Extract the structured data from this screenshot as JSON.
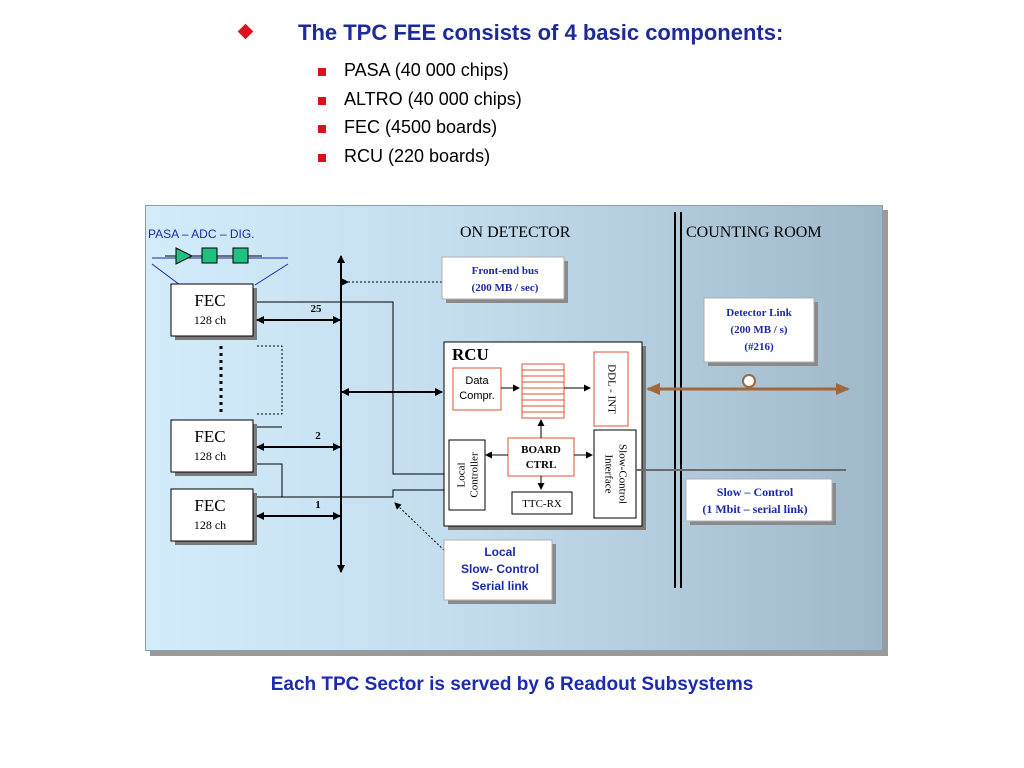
{
  "slide": {
    "title": "The TPC FEE consists of 4 basic components:",
    "components": [
      {
        "label": "PASA (40 000 chips)"
      },
      {
        "label": "ALTRO (40 000 chips)"
      },
      {
        "label": "FEC (4500 boards)"
      },
      {
        "label": "RCU  (220 boards)"
      }
    ],
    "footer": "Each TPC Sector is served by 6 Readout Subsystems"
  },
  "diagram": {
    "pasa_chain_label": "PASA – ADC – DIG.",
    "on_detector_label": "ON  DETECTOR",
    "counting_room_label": "COUNTING ROOM",
    "frontend_bus": {
      "line1": "Front-end bus",
      "line2": "(200 MB / sec)"
    },
    "fecs": [
      {
        "name": "FEC",
        "channels": "128 ch",
        "bus_number": "25"
      },
      {
        "name": "FEC",
        "channels": "128 ch",
        "bus_number": "2"
      },
      {
        "name": "FEC",
        "channels": "128 ch",
        "bus_number": "1"
      }
    ],
    "rcu": {
      "title": "RCU",
      "data_compr": {
        "line1": "Data",
        "line2": "Compr."
      },
      "ddl_int": "DDL - INT",
      "board_ctrl": {
        "line1": "BOARD",
        "line2": "CTRL"
      },
      "local_controller": {
        "line1": "Local",
        "line2": "Controller"
      },
      "slow_control_interface": {
        "line1": "Slow-Control",
        "line2": "Interface"
      },
      "ttc_rx": "TTC-RX"
    },
    "detector_link": {
      "line1": "Detector Link",
      "line2": "(200 MB / s)",
      "line3": "(#216)"
    },
    "slow_control_link": {
      "line1": "Slow – Control",
      "line2": "(1 Mbit – serial link)"
    },
    "local_slow_control": {
      "line1": "Local",
      "line2": "Slow- Control",
      "line3": "Serial link"
    },
    "colors": {
      "title": "#1c2a9a",
      "bullet": "#d81020",
      "label_blue": "#1a2aa8",
      "pasa_green": "#20c080",
      "red_box": "#e05030",
      "detector_link_arrow": "#a0683a"
    }
  }
}
